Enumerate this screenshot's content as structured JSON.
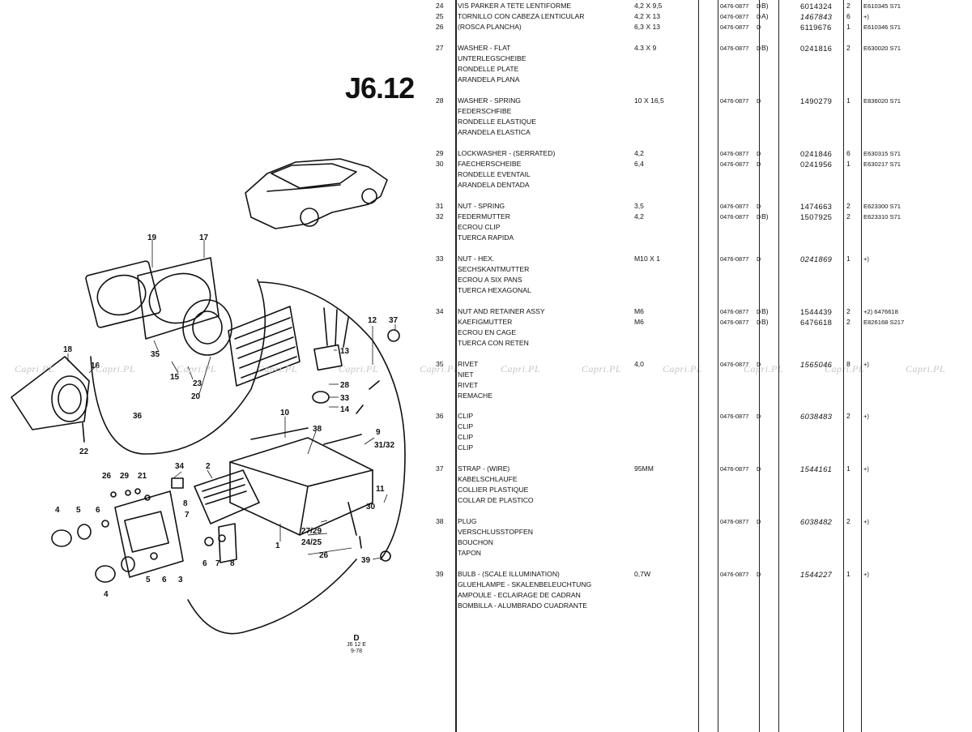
{
  "page_title": "J6.12",
  "watermark": "Capri.PL",
  "diagram": {
    "callouts": [
      "19",
      "17",
      "18",
      "16",
      "15",
      "23",
      "20",
      "22",
      "35",
      "13",
      "28",
      "33",
      "14",
      "12",
      "37",
      "10",
      "38",
      "9",
      "31/32",
      "36",
      "34",
      "2",
      "11",
      "26",
      "29",
      "21",
      "4",
      "5",
      "6",
      "8",
      "7",
      "30",
      "27/29",
      "24/25",
      "26",
      "1",
      "6",
      "7",
      "8",
      "3",
      "5",
      "6",
      "4",
      "39"
    ],
    "footer": {
      "code": "D",
      "line1": "J6 12 E",
      "line2": "9-78"
    }
  },
  "parts": [
    {
      "rows": [
        {
          "no": "24",
          "desc": "VIS PARKER A TETE LENTIFORME",
          "size": "4,2 X 9,5",
          "fig": "0476-0877",
          "fl": "D",
          "code": "B)",
          "note": "",
          "part": "6014324",
          "qty": "2",
          "rem": "E610345 S71"
        },
        {
          "no": "25",
          "desc": "TORNILLO CON CABEZA LENTICULAR",
          "size": "4,2 X 13",
          "fig": "0476-0877",
          "fl": "D",
          "code": "A)",
          "note": "",
          "part": "1467843",
          "qty": "6",
          "rem": "+)"
        },
        {
          "no": "26",
          "desc": "(ROSCA PLANCHA)",
          "size": "6,3 X 13",
          "fig": "0476-0877",
          "fl": "D",
          "code": "",
          "note": "",
          "part": "6119676",
          "qty": "1",
          "rem": "E610346 S71"
        }
      ]
    },
    {
      "rows": [
        {
          "no": "27",
          "desc": "WASHER - FLAT",
          "size": "4.3 X 9",
          "fig": "0476-0877",
          "fl": "D",
          "code": "B)",
          "note": "",
          "part": "0241816",
          "qty": "2",
          "rem": "E630020 S71"
        },
        {
          "no": "",
          "desc": "UNTERLEGSCHEIBE"
        },
        {
          "no": "",
          "desc": "RONDELLE PLATE"
        },
        {
          "no": "",
          "desc": "ARANDELA PLANA"
        }
      ]
    },
    {
      "rows": [
        {
          "no": "28",
          "desc": "WASHER - SPRING",
          "size": "10 X 16,5",
          "fig": "0476-0877",
          "fl": "D",
          "code": "",
          "note": "",
          "part": "1490279",
          "qty": "1",
          "rem": "E836020 S71"
        },
        {
          "no": "",
          "desc": "FEDERSCHFIBE"
        },
        {
          "no": "",
          "desc": "RONDELLE ELASTIQUE"
        },
        {
          "no": "",
          "desc": "ARANDELA ELASTICA"
        }
      ]
    },
    {
      "rows": [
        {
          "no": "29",
          "desc": "LOCKWASHER - (SERRATED)",
          "size": "4,2",
          "fig": "0476-0877",
          "fl": "D",
          "code": "",
          "note": "",
          "part": "0241846",
          "qty": "6",
          "rem": "E630315 S71"
        },
        {
          "no": "30",
          "desc": "FAECHERSCHEIBE",
          "size": "6,4",
          "fig": "0476-0877",
          "fl": "D",
          "code": "",
          "note": "",
          "part": "0241956",
          "qty": "1",
          "rem": "E630217 S71"
        },
        {
          "no": "",
          "desc": "RONDELLE EVENTAIL"
        },
        {
          "no": "",
          "desc": "ARANDELA DENTADA"
        }
      ]
    },
    {
      "rows": [
        {
          "no": "31",
          "desc": "NUT - SPRING",
          "size": "3,5",
          "fig": "0476-0877",
          "fl": "D",
          "code": "",
          "note": "",
          "part": "1474663",
          "qty": "2",
          "rem": "E623300 S71"
        },
        {
          "no": "32",
          "desc": "FEDERMUTTER",
          "size": "4,2",
          "fig": "0476-0877",
          "fl": "D",
          "code": "B)",
          "note": "",
          "part": "1507925",
          "qty": "2",
          "rem": "E623310 S71"
        },
        {
          "no": "",
          "desc": "ECROU CLIP"
        },
        {
          "no": "",
          "desc": "TUERCA RAPIDA"
        }
      ]
    },
    {
      "rows": [
        {
          "no": "33",
          "desc": "NUT - HEX.",
          "size": "M10 X 1",
          "fig": "0476-0877",
          "fl": "D",
          "code": "",
          "note": "",
          "part": "0241869",
          "qty": "1",
          "rem": "+)"
        },
        {
          "no": "",
          "desc": "SECHSKANTMUTTER"
        },
        {
          "no": "",
          "desc": "ECROU A SIX PANS"
        },
        {
          "no": "",
          "desc": "TUERCA HEXAGONAL"
        }
      ]
    },
    {
      "rows": [
        {
          "no": "34",
          "desc": "NUT AND RETAINER ASSY",
          "size": "M6",
          "fig": "0476-0877",
          "fl": "D",
          "code": "B)",
          "note": "",
          "part": "1544439",
          "qty": "2",
          "rem": "+2) 6476618"
        },
        {
          "no": "",
          "desc": "KAEFIGMUTTER",
          "size": "M6",
          "fig": "0476-0877",
          "fl": "D",
          "code": "B)",
          "note": "",
          "part": "6476618",
          "qty": "2",
          "rem": "E826168 S217"
        },
        {
          "no": "",
          "desc": "ECROU EN CAGE"
        },
        {
          "no": "",
          "desc": "TUERCA CON RETEN"
        }
      ]
    },
    {
      "rows": [
        {
          "no": "35",
          "desc": "RIVET",
          "size": "4,0",
          "fig": "0476-0877",
          "fl": "D",
          "code": "",
          "note": "",
          "part": "1565046",
          "qty": "8",
          "rem": "+)"
        },
        {
          "no": "",
          "desc": "NIET"
        },
        {
          "no": "",
          "desc": "RIVET"
        },
        {
          "no": "",
          "desc": "REMACHE"
        }
      ]
    },
    {
      "rows": [
        {
          "no": "36",
          "desc": "CLIP",
          "size": "",
          "fig": "0476-0877",
          "fl": "D",
          "code": "",
          "note": "",
          "part": "6038483",
          "qty": "2",
          "rem": "+)"
        },
        {
          "no": "",
          "desc": "CLIP"
        },
        {
          "no": "",
          "desc": "CLIP"
        },
        {
          "no": "",
          "desc": "CLIP"
        }
      ]
    },
    {
      "rows": [
        {
          "no": "37",
          "desc": "STRAP - (WIRE)",
          "size": "95MM",
          "fig": "0476-0877",
          "fl": "D",
          "code": "",
          "note": "",
          "part": "1544161",
          "qty": "1",
          "rem": "+)"
        },
        {
          "no": "",
          "desc": "KABELSCHLAUFE"
        },
        {
          "no": "",
          "desc": "COLLIER PLASTIQUE"
        },
        {
          "no": "",
          "desc": "COLLAR DE PLASTICO"
        }
      ]
    },
    {
      "rows": [
        {
          "no": "38",
          "desc": "PLUG",
          "size": "",
          "fig": "0476-0877",
          "fl": "D",
          "code": "",
          "note": "",
          "part": "6038482",
          "qty": "2",
          "rem": "+)"
        },
        {
          "no": "",
          "desc": "VERSCHLUSSTOPFEN"
        },
        {
          "no": "",
          "desc": "BOUCHON"
        },
        {
          "no": "",
          "desc": "TAPON"
        }
      ]
    },
    {
      "rows": [
        {
          "no": "39",
          "desc": "BULB - (SCALE ILLUMINATION)",
          "size": "0,7W",
          "fig": "0476-0877",
          "fl": "D",
          "code": "",
          "note": "",
          "part": "1544227",
          "qty": "1",
          "rem": "+)"
        },
        {
          "no": "",
          "desc": "GLUEHLAMPE - SKALENBELEUCHTUNG"
        },
        {
          "no": "",
          "desc": "AMPOULE - ECLAIRAGE DE CADRAN"
        },
        {
          "no": "",
          "desc": "BOMBILLA - ALUMBRADO CUADRANTE"
        }
      ]
    }
  ]
}
